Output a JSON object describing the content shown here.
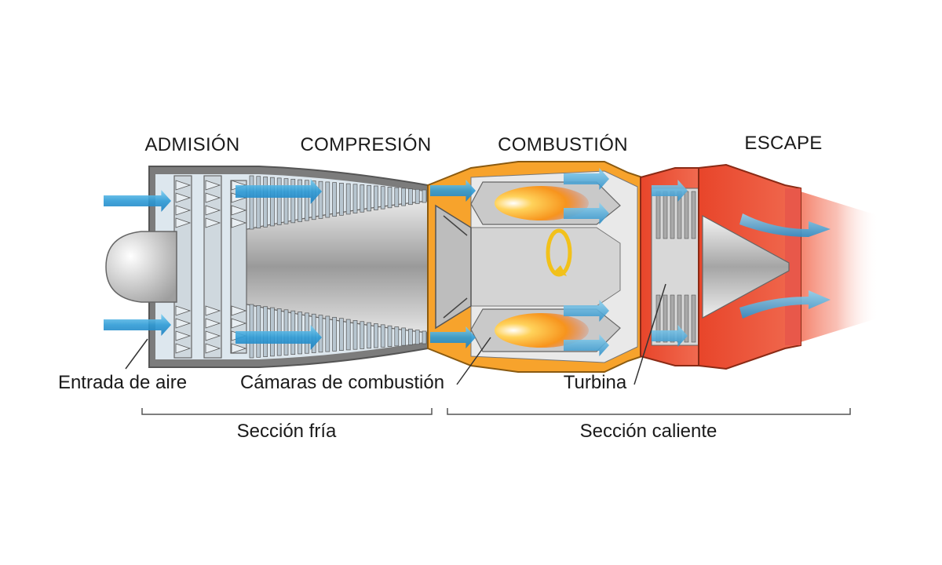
{
  "stages": {
    "intake": "ADMISIÓN",
    "compression": "COMPRESIÓN",
    "combustion": "COMBUSTIÓN",
    "exhaust": "ESCAPE"
  },
  "parts": {
    "air_inlet": "Entrada de aire",
    "combustion_chambers": "Cámaras de combustión",
    "turbine": "Turbina"
  },
  "sections": {
    "cold": "Sección fría",
    "hot": "Sección caliente"
  },
  "colors": {
    "cold_air": "#3fa9dc",
    "hot_metal": "#ef5a35",
    "flame": "#f7941d",
    "casing": "#9e9e9e",
    "text": "#1a1a1a"
  }
}
